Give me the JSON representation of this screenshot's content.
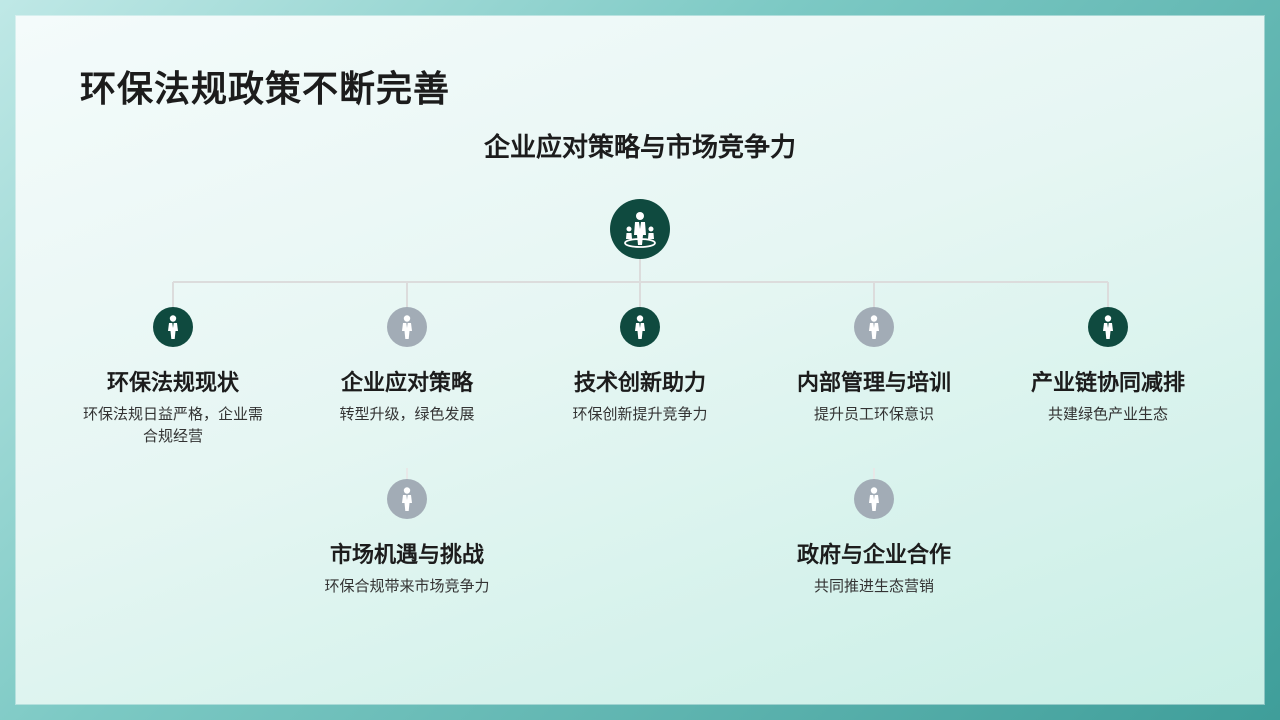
{
  "title": "环保法规政策不断完善",
  "subtitle": "企业应对策略与市场竞争力",
  "colors": {
    "dark": "#0f4a3f",
    "gray": "#a2acb6",
    "connector": "#dcdcdc"
  },
  "root": {
    "icon": "people-group-icon"
  },
  "nodes": [
    {
      "title": "环保法规现状",
      "desc": "环保法规日益严格，企业需合规经营",
      "icon": "person-icon"
    },
    {
      "title": "企业应对策略",
      "desc": "转型升级，绿色发展",
      "icon": "person-icon"
    },
    {
      "title": "技术创新助力",
      "desc": "环保创新提升竞争力",
      "icon": "person-icon"
    },
    {
      "title": "内部管理与培训",
      "desc": "提升员工环保意识",
      "icon": "person-icon"
    },
    {
      "title": "产业链协同减排",
      "desc": "共建绿色产业生态",
      "icon": "person-icon"
    }
  ],
  "subnodes": [
    {
      "title": "市场机遇与挑战",
      "desc": "环保合规带来市场竞争力",
      "icon": "person-icon"
    },
    {
      "title": "政府与企业合作",
      "desc": "共同推进生态营销",
      "icon": "person-icon"
    }
  ]
}
